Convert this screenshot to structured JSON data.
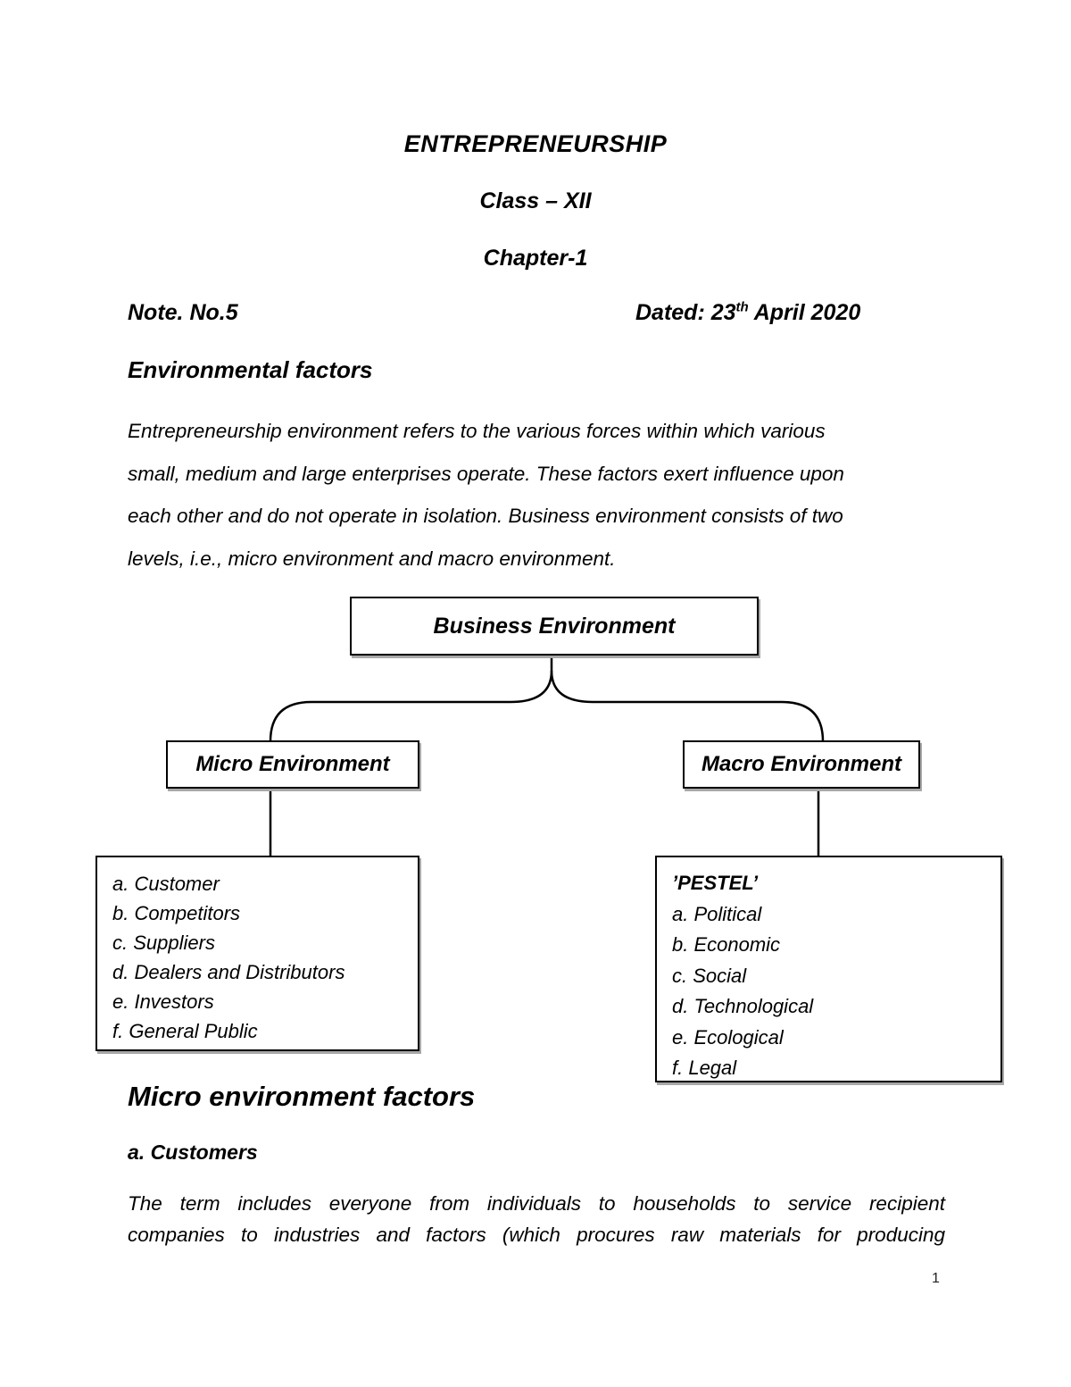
{
  "header": {
    "title": "ENTREPRENEURSHIP",
    "class_line": "Class – XII",
    "chapter_line": "Chapter-1",
    "note_label": "Note. No.5",
    "dated_prefix": "Dated: 23",
    "dated_superscript": "th",
    "dated_suffix": " April 2020"
  },
  "section_environment": {
    "heading": "Environmental factors",
    "paragraph_lines": [
      "Entrepreneurship environment refers to the various forces within which various",
      "small, medium and large enterprises operate. These factors exert influence upon",
      "each other and do not operate in isolation. Business environment consists of two",
      "levels, i.e., micro environment and macro environment."
    ]
  },
  "diagram": {
    "root_box": "Business Environment",
    "micro_box": "Micro Environment",
    "macro_box": "Macro Environment",
    "micro_items": [
      "a. Customer",
      "b. Competitors",
      "c. Suppliers",
      "d. Dealers and Distributors",
      "e. Investors",
      "f. General Public"
    ],
    "macro_title": "’PESTEL’",
    "macro_items": [
      "a. Political",
      "b. Economic",
      "c. Social",
      "d. Technological",
      "e. Ecological",
      "f. Legal"
    ]
  },
  "section_micro_factors": {
    "heading": "Micro environment factors",
    "subheading": "a. Customers",
    "paragraph_lines": [
      "The term includes everyone from individuals to households to service recipient",
      "companies to industries and factors (which procures raw materials for producing"
    ]
  },
  "footer": {
    "page_number": "1"
  },
  "colors": {
    "text": "#000000",
    "box_border": "#000000",
    "box_shadow": "#a8a8a8",
    "background": "#ffffff"
  }
}
